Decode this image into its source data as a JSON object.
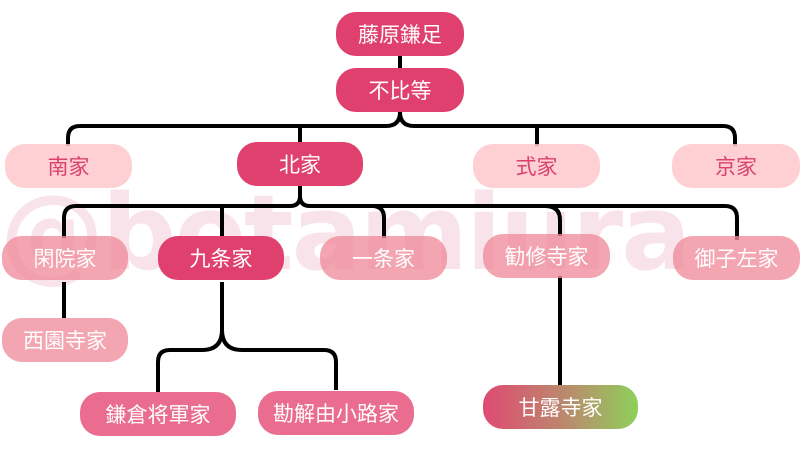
{
  "watermark": "@botamiura",
  "colors": {
    "primary": "#e0406e",
    "secondary": "#ea6d8f",
    "light": "#f29aa6",
    "pale": "#fec8cd",
    "pale_text": "#d9426e",
    "gradient_start": "#df4a72",
    "gradient_end": "#8fd05a",
    "line": "#000000"
  },
  "tree": {
    "root": "藤原鎌足",
    "gen2": "不比等",
    "houses": [
      "南家",
      "北家",
      "式家",
      "京家"
    ],
    "hokke_branches": [
      "閑院家",
      "九条家",
      "一条家",
      "勧修寺家",
      "御子左家"
    ],
    "kanin_child": "西園寺家",
    "kujo_children": [
      "鎌倉将軍家",
      "勘解由小路家"
    ],
    "kajuji_child": "甘露寺家"
  }
}
